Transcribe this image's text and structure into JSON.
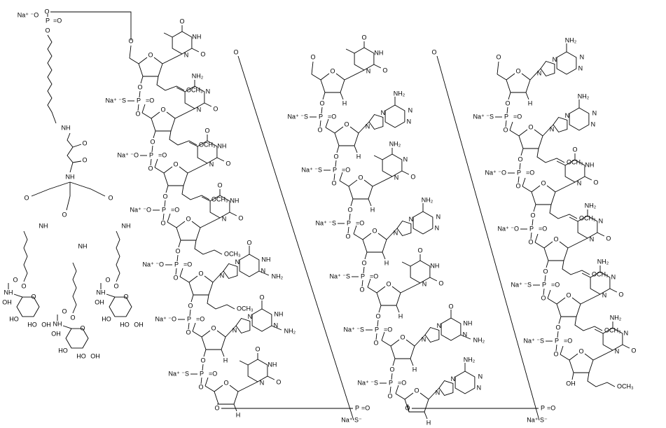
{
  "labels": {
    "na_s": "Na⁺ ⁻S",
    "na_o": "Na⁺ ⁻O",
    "p": "P",
    "o": "O",
    "eq_o": "=O",
    "och3": "OCH₃",
    "h": "H",
    "oh": "OH",
    "ho": "HO",
    "nh2": "NH₂",
    "nh": "NH",
    "n": "N",
    "na_s_minus": "Na⁺ S⁻"
  },
  "strands": [
    {
      "units": [
        {
          "base": "thymine-ring",
          "sugar": "moe"
        },
        {
          "base": "methylcytosine-ring",
          "sugar": "moe"
        },
        {
          "base": "thymine-ring",
          "sugar": "moe"
        },
        {
          "base": "thymine-ring",
          "sugar": "moe"
        },
        {
          "base": "guanine-ring",
          "sugar": "moe"
        },
        {
          "base": "guanine-ring",
          "sugar": "deoxy"
        },
        {
          "base": "thymine-ring",
          "sugar": "deoxy"
        }
      ],
      "linkers": [
        "S",
        "O",
        "O",
        "O",
        "O",
        "S"
      ]
    },
    {
      "units": [
        {
          "base": "thymine-ring",
          "sugar": "deoxy"
        },
        {
          "base": "adenine-ring",
          "sugar": "deoxy"
        },
        {
          "base": "methylcytosine-ring",
          "sugar": "deoxy"
        },
        {
          "base": "adenine-ring",
          "sugar": "deoxy"
        },
        {
          "base": "thymine-ring",
          "sugar": "deoxy"
        },
        {
          "base": "guanine-ring",
          "sugar": "deoxy"
        },
        {
          "base": "adenine-ring",
          "sugar": "deoxy"
        }
      ],
      "linkers": [
        "S",
        "S",
        "S",
        "S",
        "S",
        "S"
      ]
    },
    {
      "units": [
        {
          "base": "adenine-ring",
          "sugar": "deoxy"
        },
        {
          "base": "adenine-ring",
          "sugar": "moe"
        },
        {
          "base": "thymine-ring",
          "sugar": "moe"
        },
        {
          "base": "methylcytosine-ring",
          "sugar": "moe"
        },
        {
          "base": "methylcytosine-ring",
          "sugar": "moe"
        },
        {
          "base": "methylcytosine-ring",
          "sugar": "moe-3oh"
        }
      ],
      "linkers": [
        "S",
        "O",
        "O",
        "S",
        "S"
      ]
    }
  ]
}
